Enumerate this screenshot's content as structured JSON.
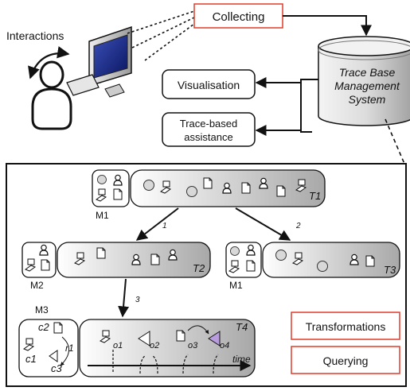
{
  "top": {
    "interactions": "Interactions",
    "collecting": "Collecting",
    "visualisation": "Visualisation",
    "assistance_line1": "Trace-based",
    "assistance_line2": "assistance",
    "tbms_line1": "Trace Base",
    "tbms_line2": "Management",
    "tbms_line3": "System"
  },
  "panel": {
    "trace_t1": "T1",
    "trace_t2": "T2",
    "trace_t3": "T3",
    "trace_t4": "T4",
    "model_m1_top": "M1",
    "model_m2": "M2",
    "model_m1_right": "M1",
    "model_m3": "M3",
    "arrow_1": "1",
    "arrow_2": "2",
    "arrow_3": "3",
    "rule_c1": "c1",
    "rule_c2": "c2",
    "rule_c3": "c3",
    "rule_r1": "r1",
    "obs_o1": "o1",
    "obs_o2": "o2",
    "obs_o3": "o3",
    "obs_o4": "o4",
    "time": "time",
    "transformations": "Transformations",
    "querying": "Querying"
  },
  "colors": {
    "accent_red": "#e03c2a",
    "highlight_purple": "#b89cdc"
  }
}
